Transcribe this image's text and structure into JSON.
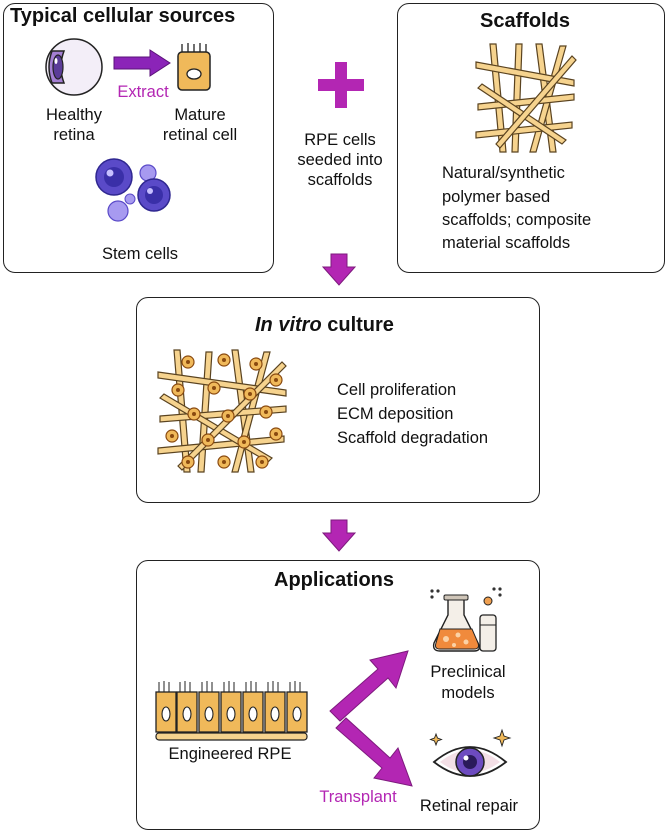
{
  "sources": {
    "title": "Typical cellular sources",
    "healthy_retina": [
      "Healthy",
      "retina"
    ],
    "extract": "Extract",
    "mature_cell": [
      "Mature",
      "retinal cell"
    ],
    "stem_cells": "Stem cells"
  },
  "middle": {
    "seeded": [
      "RPE cells",
      "seeded into",
      "scaffolds"
    ]
  },
  "scaffolds": {
    "title": "Scaffolds",
    "description": [
      "Natural/synthetic",
      "polymer based",
      "scaffolds; composite",
      "material scaffolds"
    ]
  },
  "culture": {
    "title_italic": "In vitro",
    "title_rest": " culture",
    "items": [
      "Cell proliferation",
      "ECM deposition",
      "Scaffold degradation"
    ]
  },
  "applications": {
    "title": "Applications",
    "engineered": "Engineered RPE",
    "preclinical": [
      "Preclinical",
      "models"
    ],
    "transplant": "Transplant",
    "repair": "Retinal repair"
  },
  "colors": {
    "accent": "#b326b3",
    "scaffold_fill": "#f6d38e",
    "cell_orange": "#f0b95a",
    "stem_purple": "#5a4ac8"
  }
}
